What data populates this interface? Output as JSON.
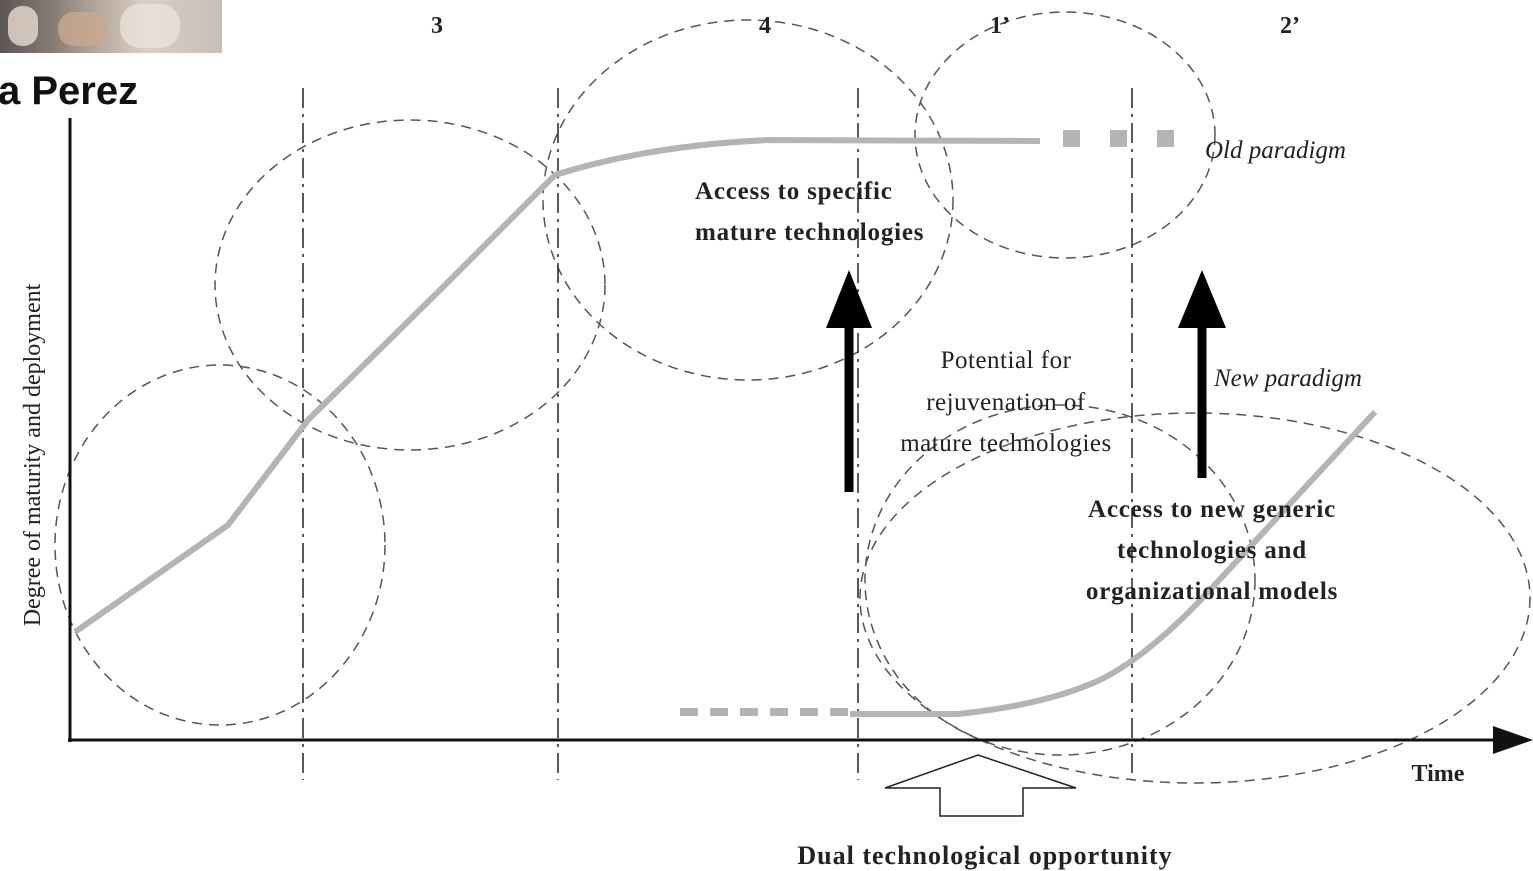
{
  "header": {
    "author_name": "a Perez"
  },
  "diagram": {
    "phase_labels": [
      "3",
      "4",
      "1’",
      "2’"
    ],
    "y_axis_label": "Degree of maturity and deployment",
    "x_axis_label": "Time",
    "old_paradigm_label": "Old paradigm",
    "new_paradigm_label": "New paradigm",
    "access_specific": [
      "Access to specific",
      "mature technologies"
    ],
    "potential_rejuvenation": [
      "Potential for",
      "rejuvenation of",
      "mature technologies"
    ],
    "access_new": [
      "Access to new generic",
      "technologies and",
      "organizational models"
    ],
    "dual_opportunity": "Dual technological opportunity"
  }
}
